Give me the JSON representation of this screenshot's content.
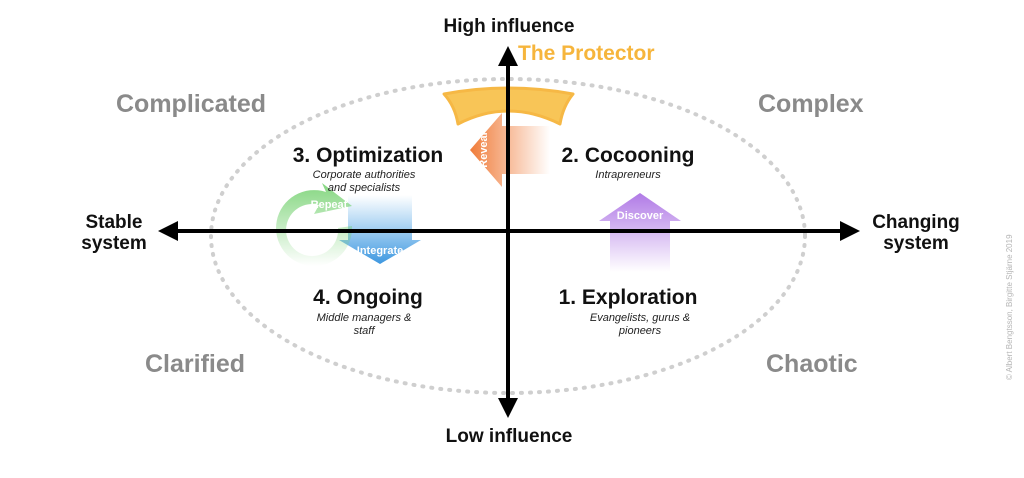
{
  "axes": {
    "top": "High influence",
    "bottom": "Low influence",
    "left": [
      "Stable",
      "system"
    ],
    "right": [
      "Changing",
      "system"
    ]
  },
  "protector": {
    "label": "The Protector",
    "color": "#f6b53c"
  },
  "quadrants": {
    "top_left": "Complicated",
    "top_right": "Complex",
    "bottom_left": "Clarified",
    "bottom_right": "Chaotic"
  },
  "phases": {
    "optimization": {
      "title": "3. Optimization",
      "subtitle": [
        "Corporate authorities",
        "and specialists"
      ]
    },
    "cocooning": {
      "title": "2. Cocooning",
      "subtitle": [
        "Intrapreneurs"
      ]
    },
    "ongoing": {
      "title": "4. Ongoing",
      "subtitle": [
        "Middle managers &",
        "staff"
      ]
    },
    "exploration": {
      "title": "1. Exploration",
      "subtitle": [
        "Evangelists, gurus &",
        "pioneers"
      ]
    }
  },
  "arrows": {
    "reveal": {
      "label": "Reveal",
      "color": "#f08a4b"
    },
    "discover": {
      "label": "Discover",
      "color": "#b57ce8"
    },
    "integrate": {
      "label": "Integrate",
      "color": "#4aa3e6"
    },
    "repeat": {
      "label": "Repeat",
      "color": "#7fd67a"
    }
  },
  "copyright": "© Albert Bengtsson, Birgitte Stjärne 2019"
}
